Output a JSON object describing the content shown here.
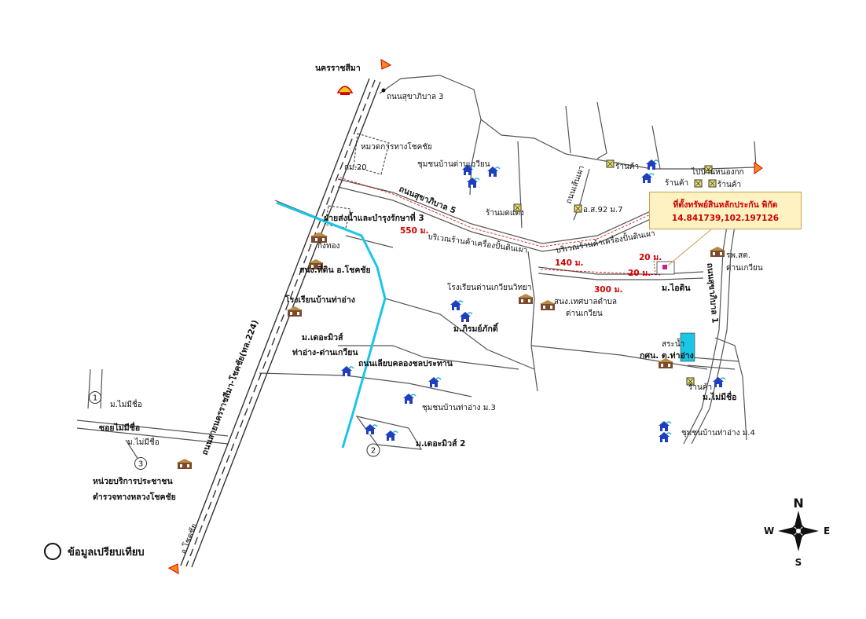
{
  "map": {
    "places": {
      "nakhon_ratchasima": "นครราชสีมา",
      "thanon_sukhaphiban_3": "ถนนสุขาภิบาล 3",
      "transport_office": "หมวดการทางโชคชัย",
      "km20": "กม.20",
      "dan_kwian_community": "ชุมชนบ้านด่านเกวียน",
      "thanon_sukhaphiban_5": "ถนนสุขาภิบาล 5",
      "ran_mom_daeng": "ร้านมดแดง",
      "water_dept": "ฝ่ายส่งน้ำและบำรุงรักษาที่ 3",
      "king_thong": "กิ่งทอง",
      "police_tidin": "สนง.ที่ดิน อ.โชคชัย",
      "school_tha_ang": "โรงเรียนบ้านท่าอ่าง",
      "dan_kwian_school": "โรงเรียนด่านเกวียนวิทยา",
      "municipality_office": "สนง.เทศบาลตำบล",
      "municipality_office_2": "ด่านเกวียน",
      "moo_phirom": "ม.ภิรมย์ภักดิ์",
      "moo_the_miss": "ม.เดอะมิวส์",
      "tha_ang_dan_kwian": "ท่าอ่าง-ด่านเกวียน",
      "canal_road": "ถนนเลียบคลองชลประทาน",
      "tha_ang_m3": "ชุมชนบ้านท่าอ่าง ม.3",
      "moo_the_miss_2": "ม.เดอะมิวส์ 2",
      "main_highway": "ถนนสายนครราชสีมา-โชคชัย(ทล.224)",
      "moo_mai_mi_chue_1": "ม.ไม่มีชื่อ",
      "soi_mai_mi_chue": "ซอยไม่มีชื่อ",
      "moo_mai_mi_chue_3": "ม.ไม่มีชื่อ",
      "police_box_1": "หน่วยบริการประชาชน",
      "police_box_2": "ตำรวจทางหลวงโชคชัย",
      "amphoe_chokchai": "อ.โชคชัย",
      "ran_ka_1": "ร้านค้า",
      "ran_ka_2": "ร้านค้า",
      "ran_ka_3": "ร้านค้า",
      "ran_ka_4": "ร้านค้า",
      "to_ban_nong_kok": "ไปบ้านหนองกก",
      "road_side": "ถนนเส้นเผา",
      "osor_92": "อ.ส.92 ม.7",
      "area_machine_shop_1": "บริเวณร้านค้าเครื่องปั้นดินเผา",
      "area_machine_shop_2": "บริเวณร้านค้าเครื่องปั้นดินเผา",
      "hospital": "รพ.สต.",
      "hospital_2": "ด่านเกวียน",
      "moo_idin": "ม.ไอดิน",
      "highway_sukhaphiban_1": "ถนนสุขาภิบาล 1",
      "pond": "สระน้ำ",
      "kor_sor_nor": "กศน. ต.ท่าอ่าง",
      "moo_mai_mi_chue_right": "ม.ไม่มีชื่อ",
      "tha_ang_m4": "ชุมชนบ้านท่าอ่าง ม.4"
    },
    "distances": {
      "d550": "550 ม.",
      "d140": "140 ม.",
      "d300": "300 ม.",
      "d20a": "20 ม.",
      "d20b": "20 ม."
    },
    "markers": {
      "m1": "1",
      "m2": "2",
      "m3": "3"
    },
    "callout": {
      "title": "ที่ตั้งทรัพย์สินหลักประกัน พิกัด",
      "coords": "14.841739,102.197126"
    },
    "legend": {
      "label": "ข้อมูลเปรียบเทียบ"
    },
    "compass": {
      "n": "N",
      "s": "S",
      "e": "E",
      "w": "W"
    },
    "colors": {
      "road": "#555555",
      "canal": "#19c6e6",
      "accent_red": "#d40000",
      "house": "#1f3fbf",
      "pond": "#19c6e6"
    }
  }
}
